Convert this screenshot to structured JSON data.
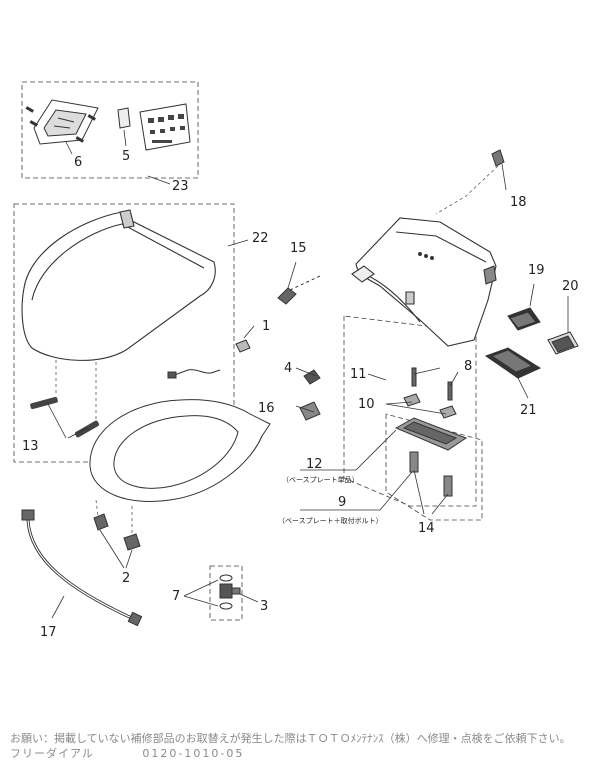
{
  "parts": [
    {
      "id": "p1",
      "label": "1"
    },
    {
      "id": "p2",
      "label": "2"
    },
    {
      "id": "p3",
      "label": "3"
    },
    {
      "id": "p4",
      "label": "4"
    },
    {
      "id": "p5",
      "label": "5"
    },
    {
      "id": "p6",
      "label": "6"
    },
    {
      "id": "p7",
      "label": "7"
    },
    {
      "id": "p8",
      "label": "8"
    },
    {
      "id": "p9",
      "label": "9",
      "note": "（ベースプレート＋取付ボルト）"
    },
    {
      "id": "p10",
      "label": "10"
    },
    {
      "id": "p11",
      "label": "11"
    },
    {
      "id": "p12",
      "label": "12",
      "note": "（ベースプレート単品）"
    },
    {
      "id": "p13",
      "label": "13"
    },
    {
      "id": "p14",
      "label": "14"
    },
    {
      "id": "p15",
      "label": "15"
    },
    {
      "id": "p16",
      "label": "16"
    },
    {
      "id": "p17",
      "label": "17"
    },
    {
      "id": "p18",
      "label": "18"
    },
    {
      "id": "p19",
      "label": "19"
    },
    {
      "id": "p20",
      "label": "20"
    },
    {
      "id": "p21",
      "label": "21"
    },
    {
      "id": "p22",
      "label": "22"
    },
    {
      "id": "p23",
      "label": "23"
    }
  ],
  "footer": {
    "notice": "お願い：掲載していない補修部品のお取替えが発生した際はＴＯＴＯﾒﾝﾃﾅﾝｽ（株）へ修理・点検をご依頼下さい。",
    "dial_label": "フリーダイアル",
    "dial_number": "0120-1010-05"
  },
  "colors": {
    "line": "#333333",
    "dash": "#444444",
    "fill_dark": "#555555",
    "footer_text": "#8a8a8a"
  }
}
